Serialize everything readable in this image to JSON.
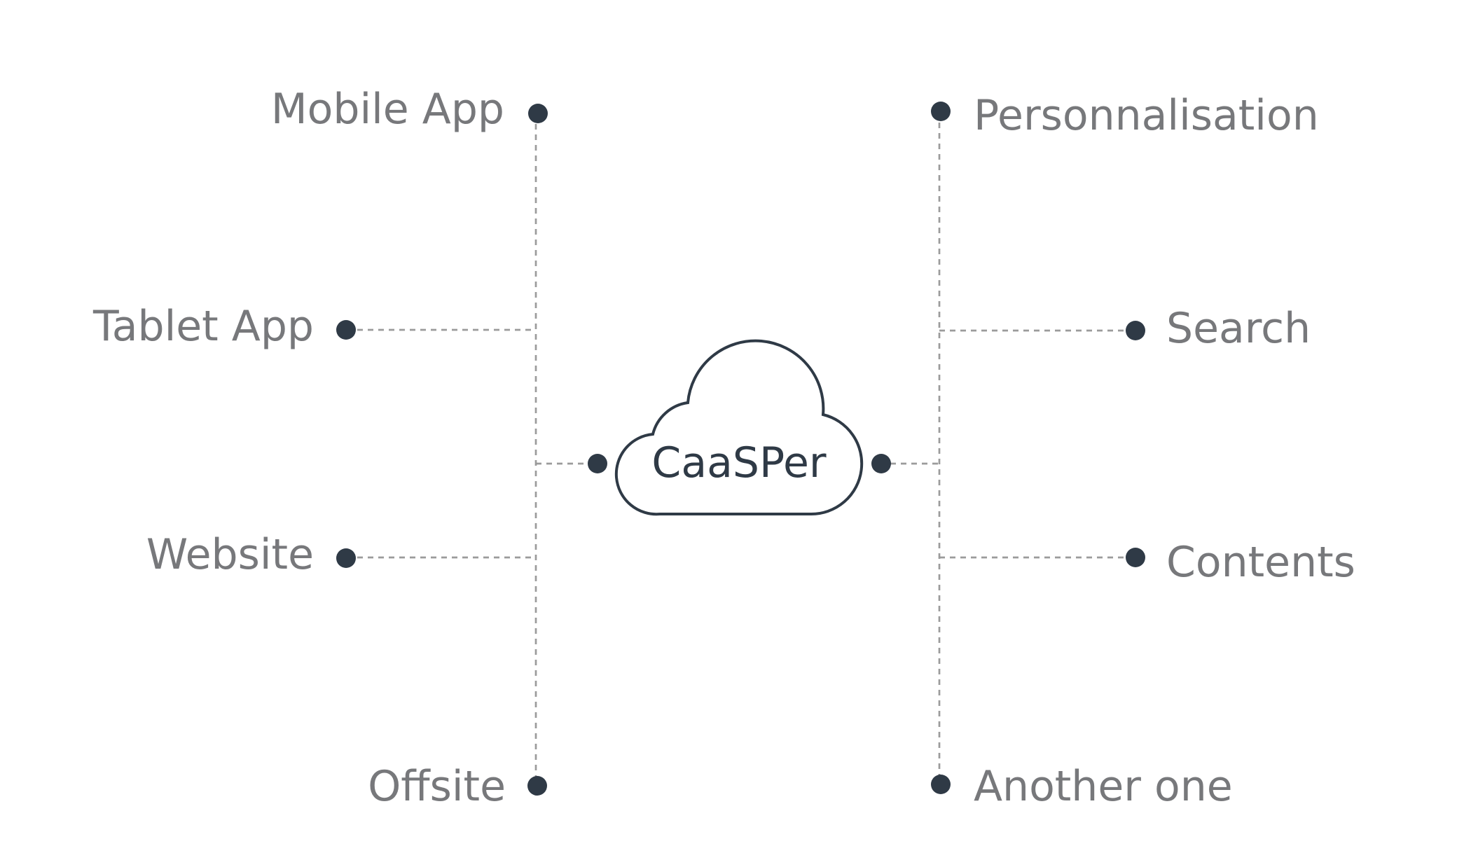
{
  "center": {
    "label": "CaaSPer",
    "icon": "cloud-icon"
  },
  "left_nodes": [
    {
      "label": "Mobile App"
    },
    {
      "label": "Tablet App"
    },
    {
      "label": "Website"
    },
    {
      "label": "Offsite"
    }
  ],
  "right_nodes": [
    {
      "label": "Personnalisation"
    },
    {
      "label": "Search"
    },
    {
      "label": "Contents"
    },
    {
      "label": "Another one"
    }
  ],
  "colors": {
    "text": "#77787b",
    "dark": "#2f3a46",
    "dash": "#9b9b9b"
  }
}
